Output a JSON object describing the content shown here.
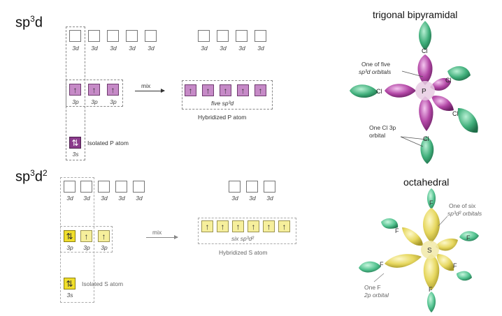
{
  "sp3d": {
    "title_base": "sp",
    "title_sup": "3",
    "title_tail": "d",
    "shape": "trigonal bipyramidal",
    "orbital_3d": "3d",
    "orbital_3p": "3p",
    "orbital_3s": "3s",
    "arrow_up": "↑",
    "arrow_pair": "⇅",
    "mix": "mix",
    "five_label": "five sp³d",
    "hybridized": "Hybridized P atom",
    "isolated": "Isolated P atom",
    "callout_one_of_five": "One of five",
    "callout_sp3d_orbitals": "sp³d orbitals",
    "callout_one_cl_3p": "One Cl 3p",
    "callout_orbital": "orbital",
    "center_atom": "P",
    "ligand": "Cl"
  },
  "sp3d2": {
    "title_base": "sp",
    "title_sup1": "3",
    "title_mid": "d",
    "title_sup2": "2",
    "shape": "octahedral",
    "orbital_3d": "3d",
    "orbital_3p": "3p",
    "orbital_3s": "3s",
    "arrow_up": "↑",
    "arrow_pair": "⇅",
    "mix": "mix",
    "six_label": "six sp³d²",
    "hybridized": "Hybridized S atom",
    "isolated": "Isolated S atom",
    "callout_one_of_six": "One of six",
    "callout_sp3d2_orbitals": "sp³d² orbitals",
    "callout_one_f": "One F",
    "callout_2p_orbital": "2p orbital",
    "center_atom": "S",
    "ligand": "F"
  },
  "colors": {
    "purple_light": "#c68ac7",
    "purple_dark": "#8b3c8c",
    "yellow_light": "#f6ef9c",
    "yellow_dark": "#f0de2c",
    "green": "#3fae7a"
  }
}
